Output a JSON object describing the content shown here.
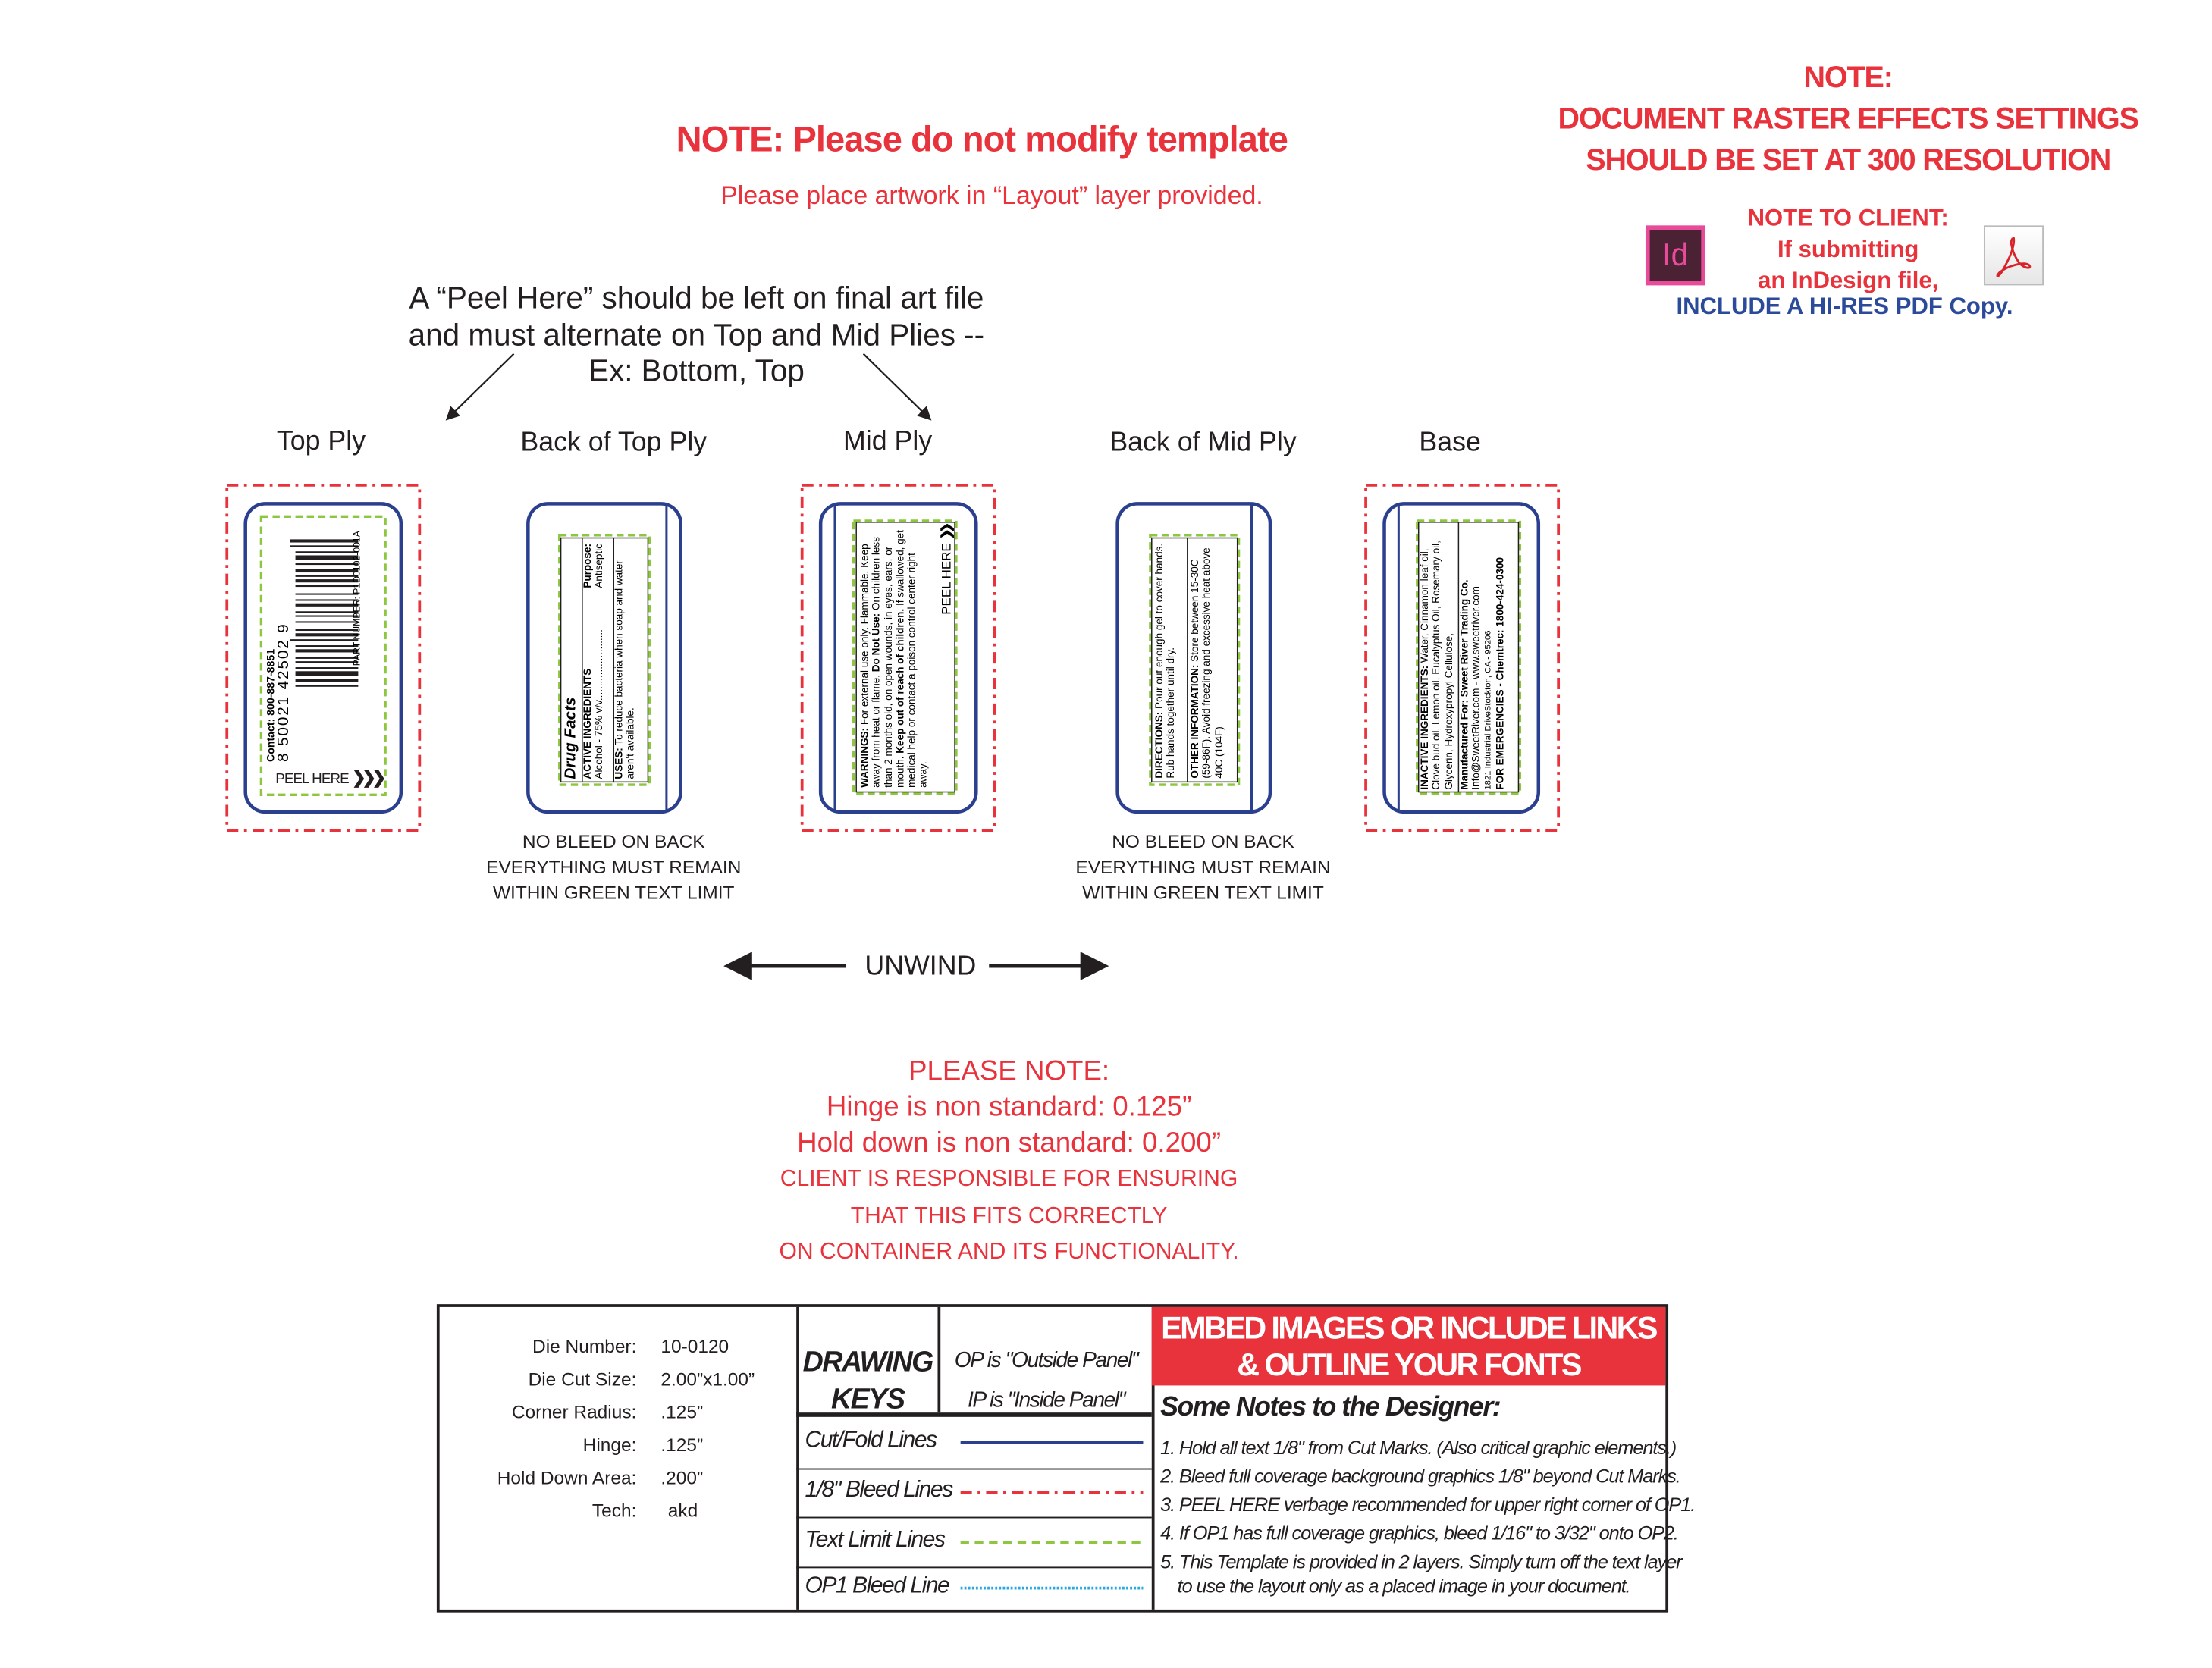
{
  "header": {
    "main_note": "NOTE: Please do not modify template",
    "sub_note": "Please place artwork in “Layout” layer provided."
  },
  "raster_note": {
    "title": "NOTE:",
    "line1": "DOCUMENT RASTER EFFECTS SETTINGS",
    "line2": "SHOULD BE SET AT 300 RESOLUTION"
  },
  "client_note": {
    "title": "NOTE TO CLIENT:",
    "line1": "If submitting",
    "line2": "an InDesign file,",
    "line3": "INCLUDE A HI-RES PDF Copy.",
    "indesign_icon_text": "Id",
    "icons": [
      "indesign-icon",
      "acrobat-pdf-icon"
    ]
  },
  "peel_instruction": {
    "line1": "A “Peel Here” should be left on final art file",
    "line2": "and must alternate on Top and Mid Plies --",
    "line3": "Ex: Bottom, Top"
  },
  "panels": {
    "top_ply": {
      "label": "Top Ply",
      "part_number": "PART NUMBER: P1D0102-001A",
      "barcode_digits": "8  50021  42502  9",
      "contact": "Contact: 800-887-8851",
      "peel_here": "PEEL HERE",
      "chevrons": "❯❯❯"
    },
    "back_top_ply": {
      "label": "Back of Top Ply",
      "title": "Drug Facts",
      "active_heading": "ACTIVE INGREDIENTS",
      "active_value": "Alcohol - 75% v/v.........................",
      "purpose_heading": "Purpose:",
      "purpose_value": "Antiseptic",
      "uses_label": "USES:",
      "uses_text": "To reduce bacteria when soap and water aren't available.",
      "caption1": "NO BLEED ON BACK",
      "caption2": "EVERYTHING MUST REMAIN",
      "caption3": "WITHIN GREEN TEXT LIMIT"
    },
    "mid_ply": {
      "label": "Mid Ply",
      "warnings_label": "WARNINGS:",
      "warnings_text": "For external use only. Flammable. Keep away from heat or flame.",
      "donot_label": "Do Not Use:",
      "donot_text": "On children less than 2 months old, on open wounds, in eyes, ears, or mouth.",
      "keep_text": "Keep out of reach of children.",
      "swallow_text": "If swallowed, get medical help or contact a poison control center right away.",
      "peel_here": "PEEL HERE",
      "chevrons": "❯❯"
    },
    "back_mid_ply": {
      "label": "Back of Mid Ply",
      "directions_label": "DIRECTIONS:",
      "directions_text": "Pour out enough gel to cover hands.  Rub hands together until dry.",
      "other_label": "OTHER INFORMATION:",
      "other_text": "Store between 15-30C (59-86F). Avoid freezing and excessive heat above 40C (104F)",
      "caption1": "NO BLEED ON BACK",
      "caption2": "EVERYTHING MUST REMAIN",
      "caption3": "WITHIN GREEN TEXT LIMIT"
    },
    "base": {
      "label": "Base",
      "inactive_label": "INACTIVE INGREDIENTS:",
      "inactive_text": "Water, Cinnamon leaf oil, Clove bud oil, Lemon oil, Eucalyptus Oil, Rosemary oil, Glycerin, Hydroxypropyl Cellulose,",
      "mfg_label": "Manufactured For: Sweet River Trading Co.",
      "mfg_web": "Info@SweetRiver.com - www.sweetriver.com",
      "mfg_address": "1821 Industrial DriveStockton, CA - 95206",
      "emergency": "FOR EMERGENCIES - Chemtrec: 1800-424-0300"
    }
  },
  "unwind": {
    "label": "UNWIND"
  },
  "please_note": {
    "title": "PLEASE NOTE:",
    "hinge": "Hinge is non standard:  0.125”",
    "hold_down": "Hold down is non standard:  0.200”",
    "line1": "CLIENT IS RESPONSIBLE FOR ENSURING",
    "line2": "THAT THIS FITS CORRECTLY",
    "line3": "ON CONTAINER AND ITS FUNCTIONALITY."
  },
  "die_info": [
    {
      "key": "Die Number:",
      "value": "10-0120"
    },
    {
      "key": "Die Cut Size:",
      "value": "2.00”x1.00”"
    },
    {
      "key": "Corner Radius:",
      "value": ".125”"
    },
    {
      "key": "Hinge:",
      "value": ".125”"
    },
    {
      "key": "Hold Down Area:",
      "value": ".200”"
    },
    {
      "key": "Tech:",
      "value": "akd"
    }
  ],
  "drawing_keys": {
    "title1": "DRAWING",
    "title2": "KEYS",
    "op_def": "OP is \"Outside Panel\"",
    "ip_def": "IP is \"Inside Panel\"",
    "rows": [
      {
        "label": "Cut/Fold Lines",
        "color": "#2b3f8f"
      },
      {
        "label": "1/8\" Bleed Lines",
        "color": "#e8323c"
      },
      {
        "label": "Text Limit Lines",
        "color": "#8dc63f"
      },
      {
        "label": "OP1 Bleed Line",
        "color": "#29a8e0"
      }
    ]
  },
  "designer_notes": {
    "banner1": "EMBED IMAGES OR INCLUDE LINKS",
    "banner2": "& OUTLINE YOUR FONTS",
    "heading": "Some Notes to the Designer:",
    "items": [
      "1. Hold all text 1/8\" from Cut Marks. (Also critical graphic elements.)",
      "2. Bleed full coverage background graphics 1/8\" beyond Cut Marks.",
      "3. PEEL  HERE verbage recommended for upper right corner of OP1.",
      "4. If OP1 has full coverage graphics, bleed 1/16\" to 3/32\"  onto OP2.",
      "5.  This   Template is provided in 2 layers. Simply turn off the text layer",
      "to use the layout only as a placed image in your document."
    ]
  },
  "colors": {
    "red": "#e8323c",
    "cut_blue": "#2b3f8f",
    "text_limit_green": "#8dc63f",
    "op1_bleed_blue": "#29a8e0",
    "client_blue": "#2b4a9a"
  }
}
